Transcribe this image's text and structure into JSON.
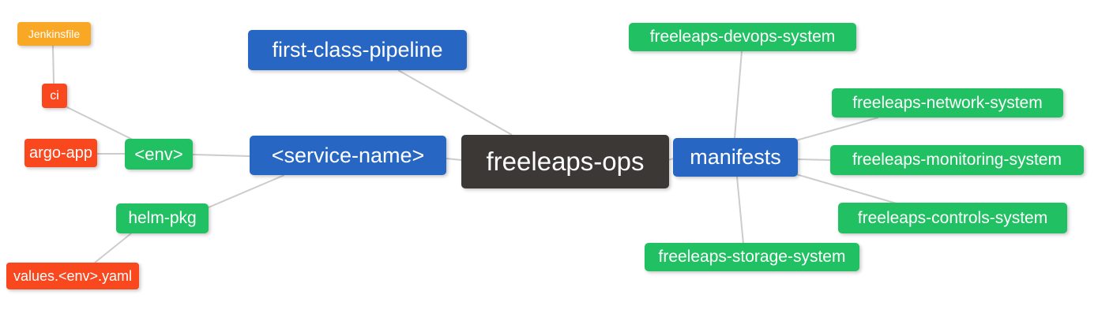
{
  "diagram": {
    "type": "mindmap",
    "root": "freeleaps-ops",
    "colors": {
      "root_bg": "#3b3836",
      "primary_bg": "#2766c2",
      "secondary_bg": "#21c063",
      "leaf_red_bg": "#f9481e",
      "leaf_orange_bg": "#f9a826",
      "edge": "#cccccc",
      "node_text": "#ffffff",
      "background": "#ffffff"
    },
    "nodes": [
      {
        "id": "jenkinsfile",
        "label": "Jenkinsfile",
        "color": "orange"
      },
      {
        "id": "ci",
        "label": "ci",
        "color": "red"
      },
      {
        "id": "argo-app",
        "label": "argo-app",
        "color": "red"
      },
      {
        "id": "env",
        "label": "<env>",
        "color": "green"
      },
      {
        "id": "helm-pkg",
        "label": "helm-pkg",
        "color": "green"
      },
      {
        "id": "values-env-yaml",
        "label": "values.<env>.yaml",
        "color": "red"
      },
      {
        "id": "first-class-pipeline",
        "label": "first-class-pipeline",
        "color": "blue"
      },
      {
        "id": "service-name",
        "label": "<service-name>",
        "color": "blue"
      },
      {
        "id": "freeleaps-ops",
        "label": "freeleaps-ops",
        "color": "root"
      },
      {
        "id": "manifests",
        "label": "manifests",
        "color": "blue"
      },
      {
        "id": "freeleaps-devops-system",
        "label": "freeleaps-devops-system",
        "color": "green"
      },
      {
        "id": "freeleaps-network-system",
        "label": "freeleaps-network-system",
        "color": "green"
      },
      {
        "id": "freeleaps-monitoring-system",
        "label": "freeleaps-monitoring-system",
        "color": "green"
      },
      {
        "id": "freeleaps-controls-system",
        "label": "freeleaps-controls-system",
        "color": "green"
      },
      {
        "id": "freeleaps-storage-system",
        "label": "freeleaps-storage-system",
        "color": "green"
      }
    ],
    "edges": [
      {
        "from": "jenkinsfile",
        "to": "ci"
      },
      {
        "from": "ci",
        "to": "env"
      },
      {
        "from": "argo-app",
        "to": "env"
      },
      {
        "from": "env",
        "to": "service-name"
      },
      {
        "from": "helm-pkg",
        "to": "service-name"
      },
      {
        "from": "values-env-yaml",
        "to": "helm-pkg"
      },
      {
        "from": "first-class-pipeline",
        "to": "freeleaps-ops"
      },
      {
        "from": "service-name",
        "to": "freeleaps-ops"
      },
      {
        "from": "freeleaps-ops",
        "to": "manifests"
      },
      {
        "from": "manifests",
        "to": "freeleaps-devops-system"
      },
      {
        "from": "manifests",
        "to": "freeleaps-network-system"
      },
      {
        "from": "manifests",
        "to": "freeleaps-monitoring-system"
      },
      {
        "from": "manifests",
        "to": "freeleaps-controls-system"
      },
      {
        "from": "manifests",
        "to": "freeleaps-storage-system"
      }
    ]
  }
}
